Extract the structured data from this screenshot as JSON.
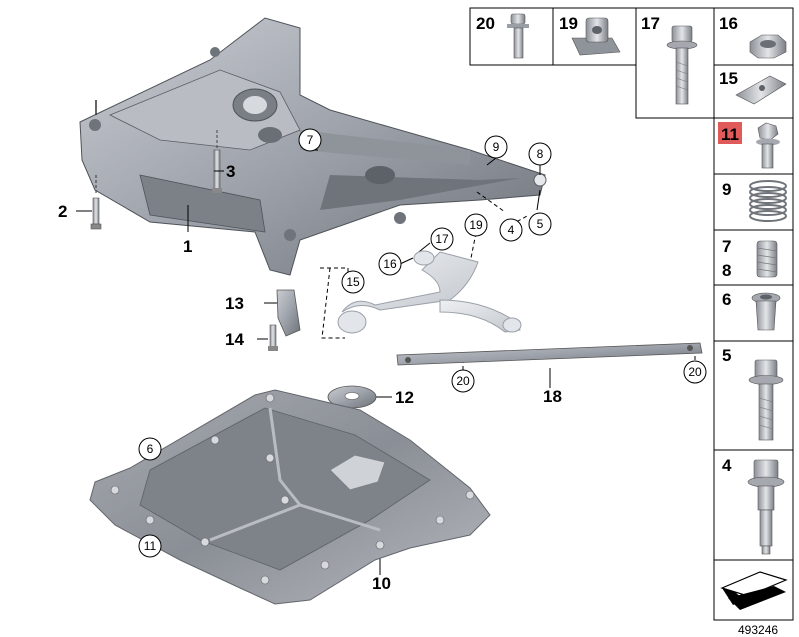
{
  "diagram": {
    "callouts": {
      "c1": "1",
      "c2": "2",
      "c3": "3",
      "c10": "10",
      "c12": "12",
      "c13": "13",
      "c14": "14",
      "c18": "18"
    },
    "circled": {
      "o7": "7",
      "o9": "9",
      "o8": "8",
      "o4": "4",
      "o5": "5",
      "o19": "19",
      "o17": "17",
      "o16": "16",
      "o15": "15",
      "o20a": "20",
      "o20b": "20",
      "o6": "6",
      "o11": "11"
    },
    "parts_table": {
      "top_row": [
        "20",
        "19",
        "17",
        "16",
        "15"
      ],
      "column": [
        "11",
        "9",
        "7",
        "8",
        "6",
        "5",
        "4"
      ]
    },
    "highlight_color": "#e05a5a",
    "document_id": "493246"
  }
}
